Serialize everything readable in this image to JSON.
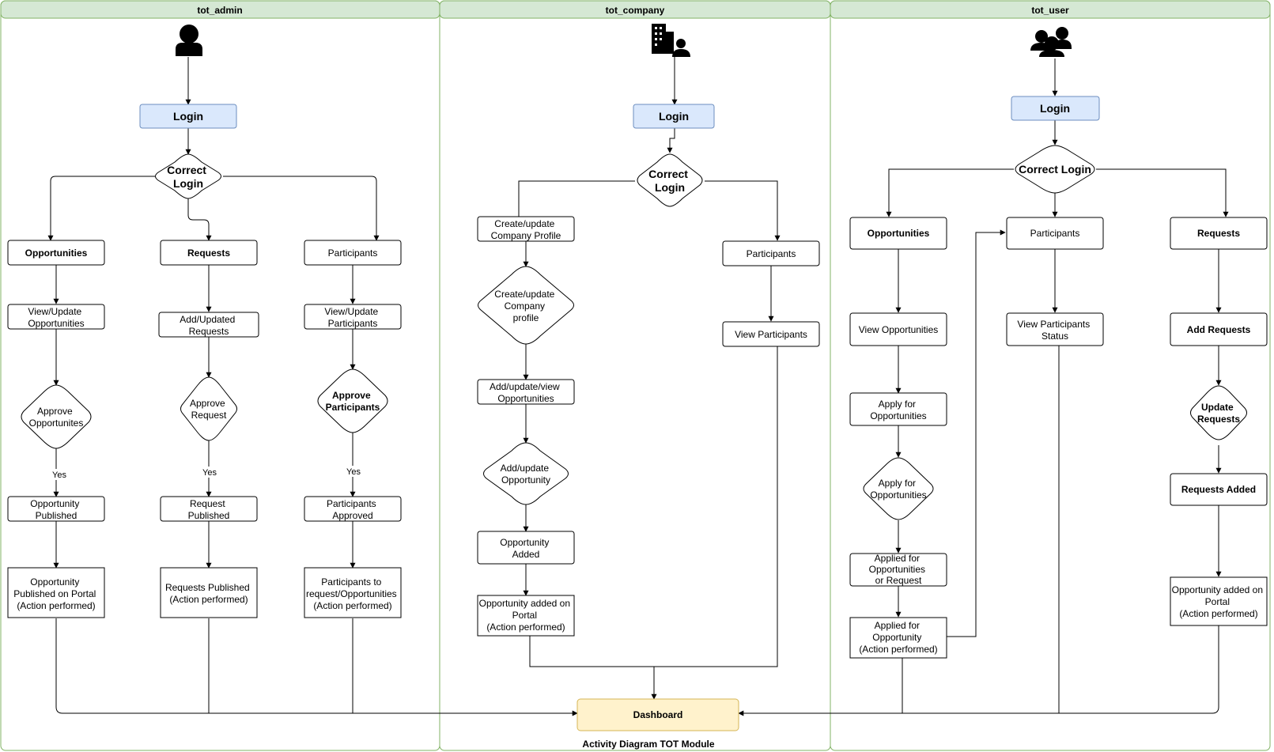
{
  "lanes": {
    "admin": "tot_admin",
    "company": "tot_company",
    "user": "tot_user"
  },
  "nodes": {
    "admin_login": "Login",
    "admin_correct_login": [
      "Correct",
      "Login"
    ],
    "admin_opportunities": "Opportunities",
    "admin_requests": "Requests",
    "admin_participants": "Participants",
    "admin_view_update_opps": [
      "View/Update",
      "Opportunities"
    ],
    "admin_add_updated_requests": [
      "Add/Updated",
      "Requests"
    ],
    "admin_view_update_participants": [
      "View/Update",
      "Participants"
    ],
    "admin_approve_opps": [
      "Approve",
      "Opportunites"
    ],
    "admin_approve_request": [
      "Approve",
      "Request"
    ],
    "admin_approve_participants": [
      "Approve",
      "Participants"
    ],
    "admin_opp_published": [
      "Opportunity",
      "Published"
    ],
    "admin_request_published": [
      "Request",
      "Published"
    ],
    "admin_participants_approved": [
      "Participants",
      "Approved"
    ],
    "admin_opp_published_portal": [
      "Opportunity",
      "Published on Portal",
      "(Action performed)"
    ],
    "admin_requests_published": [
      "Requests Published",
      "(Action performed)"
    ],
    "admin_participants_to_request": [
      "Participants to",
      "request/Opportunities",
      "(Action performed)"
    ],
    "company_login": "Login",
    "company_correct_login": [
      "Correct",
      "Login"
    ],
    "company_create_profile": [
      "Create/update",
      "Company Profile"
    ],
    "company_create_profile_decision": [
      "Create/update",
      "Company",
      "profile"
    ],
    "company_add_view_opps": [
      "Add/update/view",
      "Opportunities"
    ],
    "company_add_update_opp": [
      "Add/update",
      "Opportunity"
    ],
    "company_opp_added": [
      "Opportunity",
      "Added"
    ],
    "company_opp_added_portal": [
      "Opportunity added on",
      "Portal",
      "(Action performed)"
    ],
    "company_participants": "Participants",
    "company_view_participants": "View Participants",
    "user_login": "Login",
    "user_correct_login": "Correct Login",
    "user_opportunities": "Opportunities",
    "user_participants": "Participants",
    "user_requests": "Requests",
    "user_view_opps": "View Opportunities",
    "user_view_participants_status": [
      "View Participants",
      "Status"
    ],
    "user_add_requests": "Add Requests",
    "user_apply_for_opps": [
      "Apply for",
      "Opportunities"
    ],
    "user_apply_for_opps_decision": [
      "Apply for",
      "Opportunities"
    ],
    "user_update_requests": [
      "Update",
      "Requests"
    ],
    "user_requests_added": "Requests Added",
    "user_applied_for_opps": [
      "Applied for",
      "Opportunities",
      "or Request"
    ],
    "user_applied_for_opp_action": [
      "Applied for",
      "Opportunity",
      "(Action performed)"
    ],
    "user_opp_added_portal": [
      "Opportunity added on",
      "Portal",
      "(Action performed)"
    ],
    "dashboard": "Dashboard"
  },
  "edge_labels": {
    "yes": "Yes"
  },
  "caption": "Activity Diagram TOT Module",
  "colors": {
    "lane_border": "#82b366",
    "lane_header": "#d5e8d4",
    "login_fill": "#dae8fc",
    "login_stroke": "#6c8ebf",
    "dashboard_fill": "#fff2cc",
    "dashboard_stroke": "#d6b656"
  },
  "icons": {
    "admin_actor": "person-icon",
    "company_actor": "company-building-icon",
    "user_actor": "user-group-icon"
  }
}
